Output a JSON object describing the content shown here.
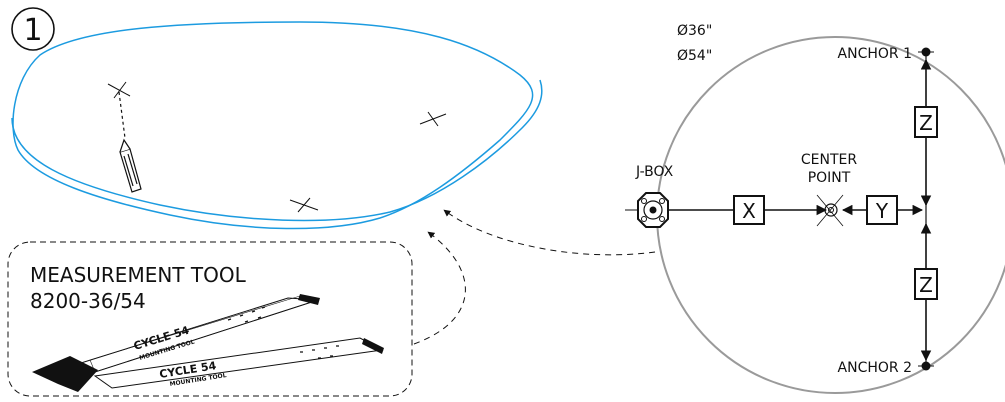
{
  "step": {
    "number": "1"
  },
  "diameters": {
    "small": "Ø36\"",
    "large": "Ø54\""
  },
  "labels": {
    "anchor_1": "ANCHOR 1",
    "anchor_2": "ANCHOR 2",
    "jbox": "J-BOX",
    "center_line1": "CENTER",
    "center_line2": "POINT",
    "x": "X",
    "y": "Y",
    "z_top": "Z",
    "z_bottom": "Z"
  },
  "tool": {
    "title": "MEASUREMENT TOOL",
    "part_number": "8200-36/54",
    "strip_1_title": "CYCLE 54",
    "strip_1_sub": "MOUNTING TOOL",
    "strip_2_title": "CYCLE 54",
    "strip_2_sub": "MOUNTING TOOL"
  },
  "colors": {
    "fixture_outline": "#1c9be0",
    "lines": "#111111",
    "circle": "#9a9a9a"
  }
}
